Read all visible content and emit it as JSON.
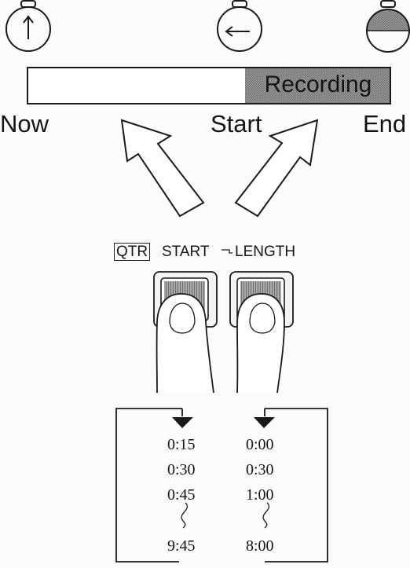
{
  "timeline": {
    "labels": {
      "now": "Now",
      "start": "Start",
      "end": "End"
    },
    "recording_label": "Recording"
  },
  "buttons": {
    "qtr_label": "QTR",
    "start_label": "START",
    "length_label": "LENGTH"
  },
  "columns": {
    "start_values": [
      "0:15",
      "0:30",
      "0:45",
      "9:45"
    ],
    "length_values": [
      "0:00",
      "0:30",
      "1:00",
      "8:00"
    ]
  },
  "icons": [
    "stopwatch-up-icon",
    "stopwatch-left-icon",
    "stopwatch-filled-icon",
    "arrow-up-right-icon",
    "arrow-up-left-icon"
  ]
}
